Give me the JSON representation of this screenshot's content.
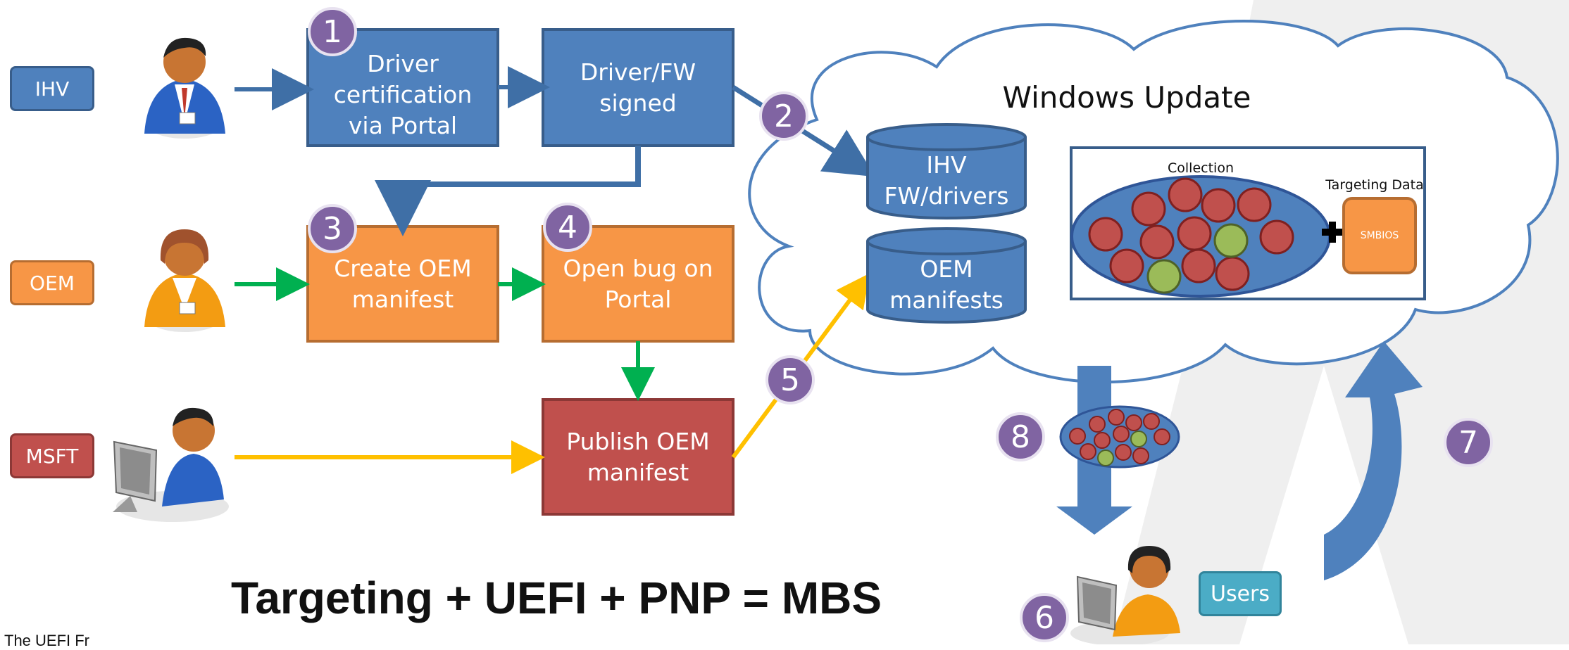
{
  "roles": {
    "ihv": "IHV",
    "oem": "OEM",
    "msft": "MSFT",
    "users": "Users"
  },
  "boxes": {
    "driver_certification": "Driver\ncertification\nvia Portal",
    "driver_fw_signed": "Driver/FW\nsigned",
    "create_oem_manifest": "Create OEM\nmanifest",
    "open_bug": "Open bug on\nPortal",
    "publish_oem_manifest": "Publish OEM\nmanifest"
  },
  "steps": [
    "1",
    "2",
    "3",
    "4",
    "5",
    "6",
    "7",
    "8"
  ],
  "cloud": {
    "title": "Windows Update",
    "ihv_store": "IHV\nFW/drivers",
    "oem_store": "OEM\nmanifests",
    "collection_label": "Collection",
    "targeting_label": "Targeting Data",
    "smbios": "SMBIOS"
  },
  "headline": "Targeting + UEFI + PNP = MBS",
  "footer_fragment": "The UEFI Fr",
  "colors": {
    "blue": "#4f81bd",
    "orange": "#f79646",
    "red": "#c0504d",
    "purple": "#8064a2",
    "teal": "#4bacc6",
    "green_arrow": "#00b050",
    "yellow_arrow": "#ffc000"
  }
}
